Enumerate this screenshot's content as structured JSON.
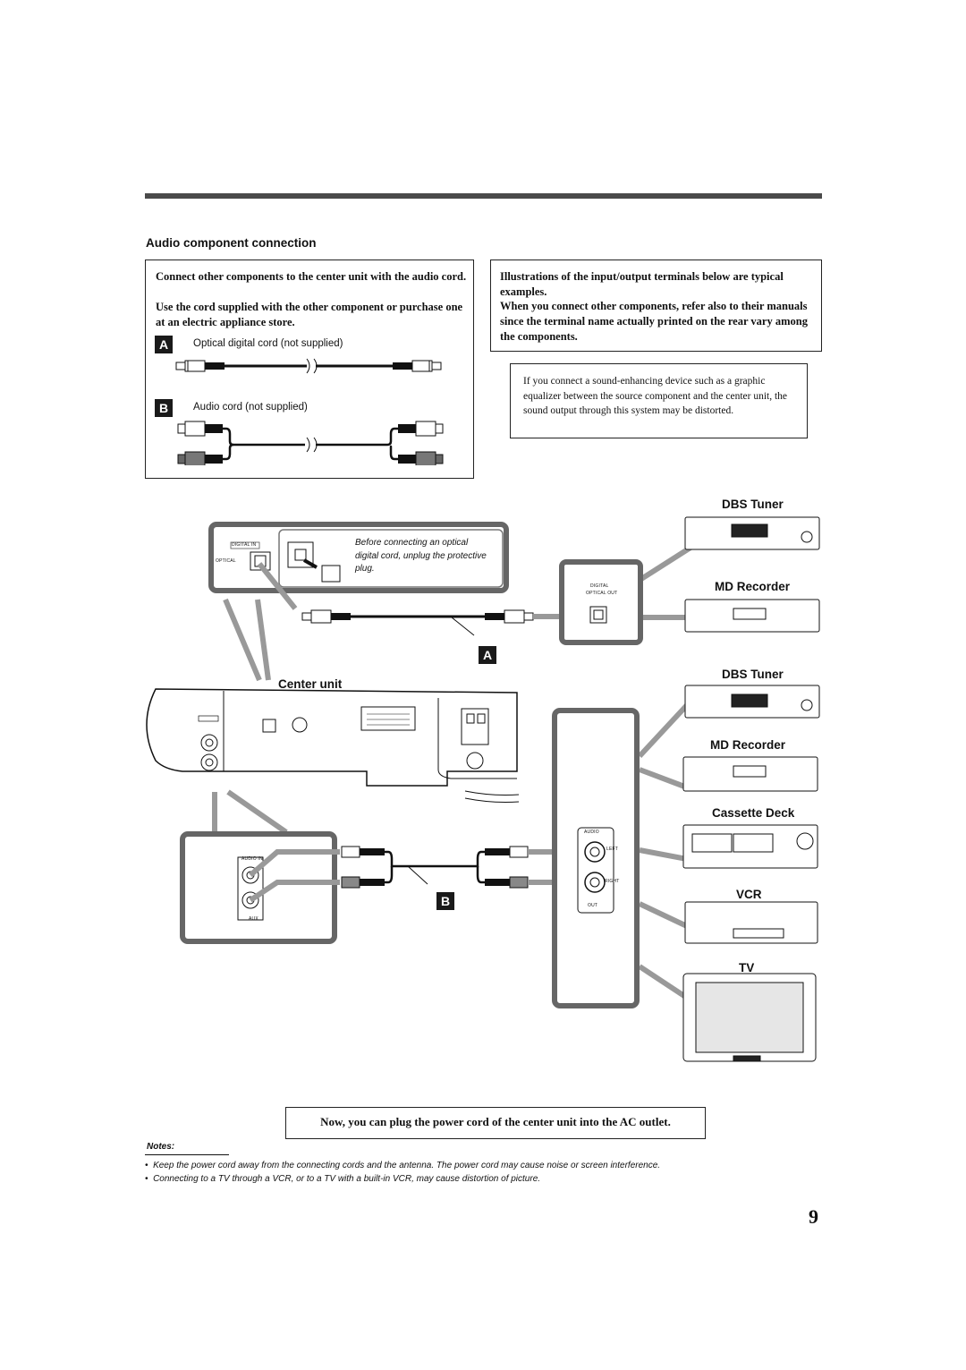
{
  "section": {
    "title": "Audio component connection"
  },
  "left_box": {
    "p1": "Connect other components to the center unit with the audio cord.",
    "p2": "Use the cord supplied with the other component or purchase one at an electric appliance store.",
    "item_a": {
      "marker": "A",
      "label": "Optical digital cord (not supplied)"
    },
    "item_b": {
      "marker": "B",
      "label": "Audio cord (not supplied)"
    }
  },
  "right_box": {
    "p1": "Illustrations of the input/output terminals below are typical examples.",
    "p2": "When you connect other components, refer also to their manuals since the terminal name actually printed on the rear vary among the components."
  },
  "caution_box": {
    "text": "If you connect a sound-enhancing device such as a graphic equalizer between the source component and the center unit, the sound output through this system may be distorted."
  },
  "diagram": {
    "inset_digital_in": "DIGITAL IN",
    "inset_optical": "OPTICAL",
    "plug_note": "Before connecting an optical digital cord, unplug the protective plug.",
    "digital_label": "DIGITAL",
    "optical_out": "OPTICAL OUT",
    "marker_a": "A",
    "marker_b": "B",
    "center_unit": "Center unit",
    "audio_in": "AUDIO IN",
    "aux": "AUX",
    "audio": "AUDIO",
    "left": "LEFT",
    "right": "RIGHT",
    "out": "OUT",
    "devices": [
      "DBS Tuner",
      "MD Recorder",
      "DBS Tuner",
      "MD Recorder",
      "Cassette Deck",
      "VCR",
      "TV"
    ]
  },
  "instruction": "Now, you can plug the power cord of the center unit into the AC outlet.",
  "notes": {
    "heading": "Notes:",
    "items": [
      "Keep the power cord away from the connecting cords and the antenna. The power cord may cause noise or screen interference.",
      "Connecting to a TV through a VCR, or to a TV with a built-in VCR, may cause distortion of picture."
    ]
  },
  "page_number": "9"
}
